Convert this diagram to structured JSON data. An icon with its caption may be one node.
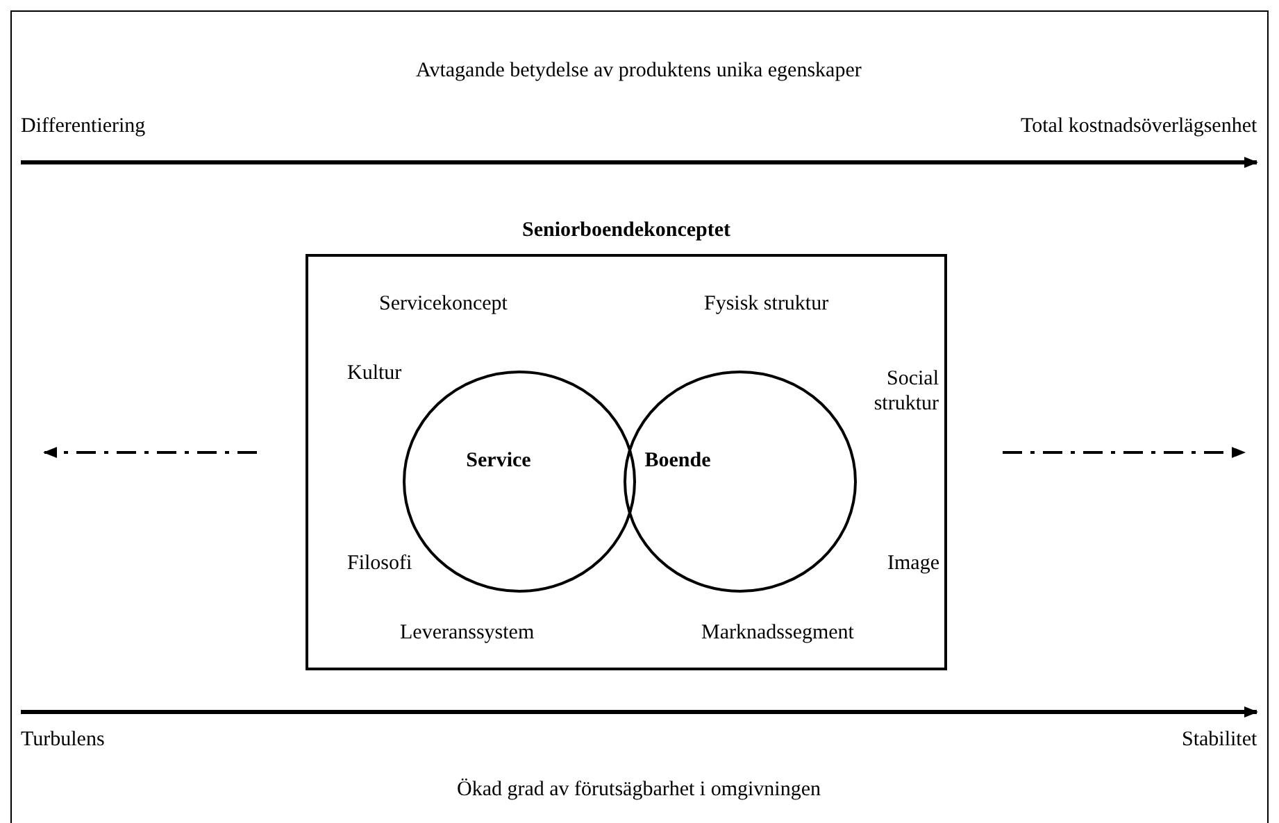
{
  "diagram": {
    "nodes": [
      {
        "text": [
          "Seniorboendekonceptet"
        ]
      },
      {
        "text": [
          "Service"
        ],
        "in": 0
      },
      {
        "text": [
          "Boende"
        ],
        "in": 0
      }
    ],
    "labels": [
      "Avtagande betydelse av produktens unika egenskaper",
      "Differentiering",
      "Total kostnadsöverlägsenhet",
      "Servicekoncept",
      "Fysisk struktur",
      "Kultur",
      "Social struktur",
      "Filosofi",
      "Image",
      "Leveranssystem",
      "Marknadssegment",
      "Turbulens",
      "Stabilitet",
      "Ökad grad av förutsägbarhet i omgivningen"
    ]
  }
}
